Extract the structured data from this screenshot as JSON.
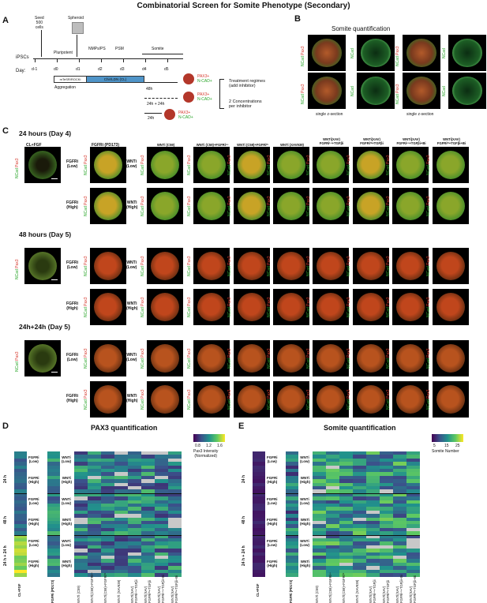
{
  "title": "Combinatorial Screen for Somite Phenotype (Secondary)",
  "panels": {
    "a": "A",
    "b": "B",
    "c": "C",
    "d": "D",
    "e": "E"
  },
  "panelA": {
    "seed": "Seed\n500\ncells",
    "spheroid": "Spheroid",
    "iPSCs": "iPSCs",
    "stages": [
      "Pluripotent",
      "NMPs/PS",
      "PSM",
      "Somite"
    ],
    "days_label": "Day:",
    "days": [
      "d-1",
      "d0",
      "d1",
      "d2",
      "d3",
      "d4",
      "d5"
    ],
    "aggregation_box": "mTeSR/ROCKi",
    "chir_box": "Chir/LDN (CL)",
    "aggregation": "Aggregation",
    "t48": "48h",
    "t2424": "24h + 24h",
    "t24": "24h",
    "pax3": "PAX3+",
    "ncad": "N-CAD+",
    "regimes": "Treatment regimes\n(add inhibitor)",
    "conc": "2 Concentrations\nper inhibitor"
  },
  "panelB": {
    "title": "Somite quantification",
    "caption_left": "single z-section",
    "caption_right": "single z-section",
    "ncad": "NCad",
    "pax3": "Pax3"
  },
  "panelC": {
    "sections": [
      "24 hours (Day 4)",
      "48 hours (Day 5)",
      "24h+24h (Day 5)"
    ],
    "control_label": "CL+FGF",
    "fgfr_header": "FGFRi (PD173)",
    "wnt_headers": [
      "WNTi (C59)",
      "WNTi (C59)+FGFRiᴸᵒ",
      "WNTi (C59)+FGFRiᴴᶦ",
      "WNTi (XAV939)",
      "WNTi(XAV)\nFGFRiᴸᵒ+TGFβi",
      "WNTi(XAV)\nFGFRiᴴᶦ+TGFβi",
      "WNTi(XAV)\nFGFRiᴸᵒ+TGFβi+Bi",
      "WNTi(XAV)\nFGFRiᴴᶦ+TGFβi+Bi"
    ],
    "fgfr_low": "FGFRi\n(Low)",
    "fgfr_high": "FGFRi\n(High)",
    "wnt_low": "WNTi\n(Low)",
    "wnt_high": "WNTi\n(High)",
    "ncad": "NCad",
    "pax3": "Pax3"
  },
  "panelD": {
    "title": "PAX3 quantification",
    "legend_ticks": [
      "0.8",
      "1.2",
      "1.6"
    ],
    "legend_label": "Pax3 Intensity\n(Normalized)",
    "row_groups": [
      "24 h",
      "48 h",
      "24 h + 24 h"
    ],
    "row_labels": [
      "FGFRi\n(Low)",
      "FGFRi\n(High)",
      "FGFRi\n(Low)",
      "FGFRi\n(High)",
      "FGFRi\n(Low)",
      "FGFRi\n(High)"
    ],
    "wnt_labels": [
      "WNTi\n(Low)",
      "WNTi\n(High)",
      "WNTi\n(Low)",
      "WNTi\n(High)",
      "WNTi\n(Low)",
      "WNTi\n(High)"
    ],
    "col_control": "CL+FGF",
    "col_fgfr": "FGFRi (PD173)",
    "col_wnt": [
      "WNTi (C59)",
      "WNTi(C59)+FGFRiᴸᵒ",
      "WNTi(C59)+FGFRiᴴᶦ",
      "WNTi (XAV939)",
      "WNTi(XAV)\nFGFRiᴸᵒ+TGFβi",
      "WNTi(XAV)\nFGFRiᴴᶦ+TGFβi",
      "WNTi(XAV)\nFGFRiᴸᵒ+TGFβi+Bi",
      "WNTi(XAV)\nFGFRiᴴᶦ+TGFβi+Bi"
    ]
  },
  "panelE": {
    "title": "Somite quantification",
    "legend_ticks": [
      "5",
      "15",
      "25"
    ],
    "legend_label": "Somite Number",
    "row_groups": [
      "24 h",
      "48 h",
      "24 h + 24 h"
    ],
    "row_labels": [
      "FGFRi\n(Low)",
      "FGFRi\n(High)",
      "FGFRi\n(Low)",
      "FGFRi\n(High)",
      "FGFRi\n(Low)",
      "FGFRi\n(High)"
    ],
    "wnt_labels": [
      "WNTi\n(Low)",
      "WNTi\n(High)",
      "WNTi\n(Low)",
      "WNTi\n(High)",
      "WNTi\n(Low)",
      "WNTi\n(High)"
    ],
    "col_control": "CL+FGF",
    "col_fgfr": "FGFRi (PD173)",
    "col_wnt": [
      "WNTi (C59)",
      "WNTi(C59)+FGFRiᴸᵒ",
      "WNTi(C59)+FGFRiᴴᶦ",
      "WNTi (XAV939)",
      "WNTi(XAV)\nFGFRiᴸᵒ+TGFβi",
      "WNTi(XAV)\nFGFRiᴴᶦ+TGFβi",
      "WNTi(XAV)\nFGFRiᴸᵒ+TGFβi+Bi",
      "WNTi(XAV)\nFGFRiᴴᶦ+TGFβi+Bi"
    ]
  },
  "colors": {
    "viridis": [
      "#440154",
      "#3b528b",
      "#21918c",
      "#5ec962",
      "#fde725"
    ],
    "missing": "#c8c8c8",
    "pax3_dot": "#b3372a"
  }
}
